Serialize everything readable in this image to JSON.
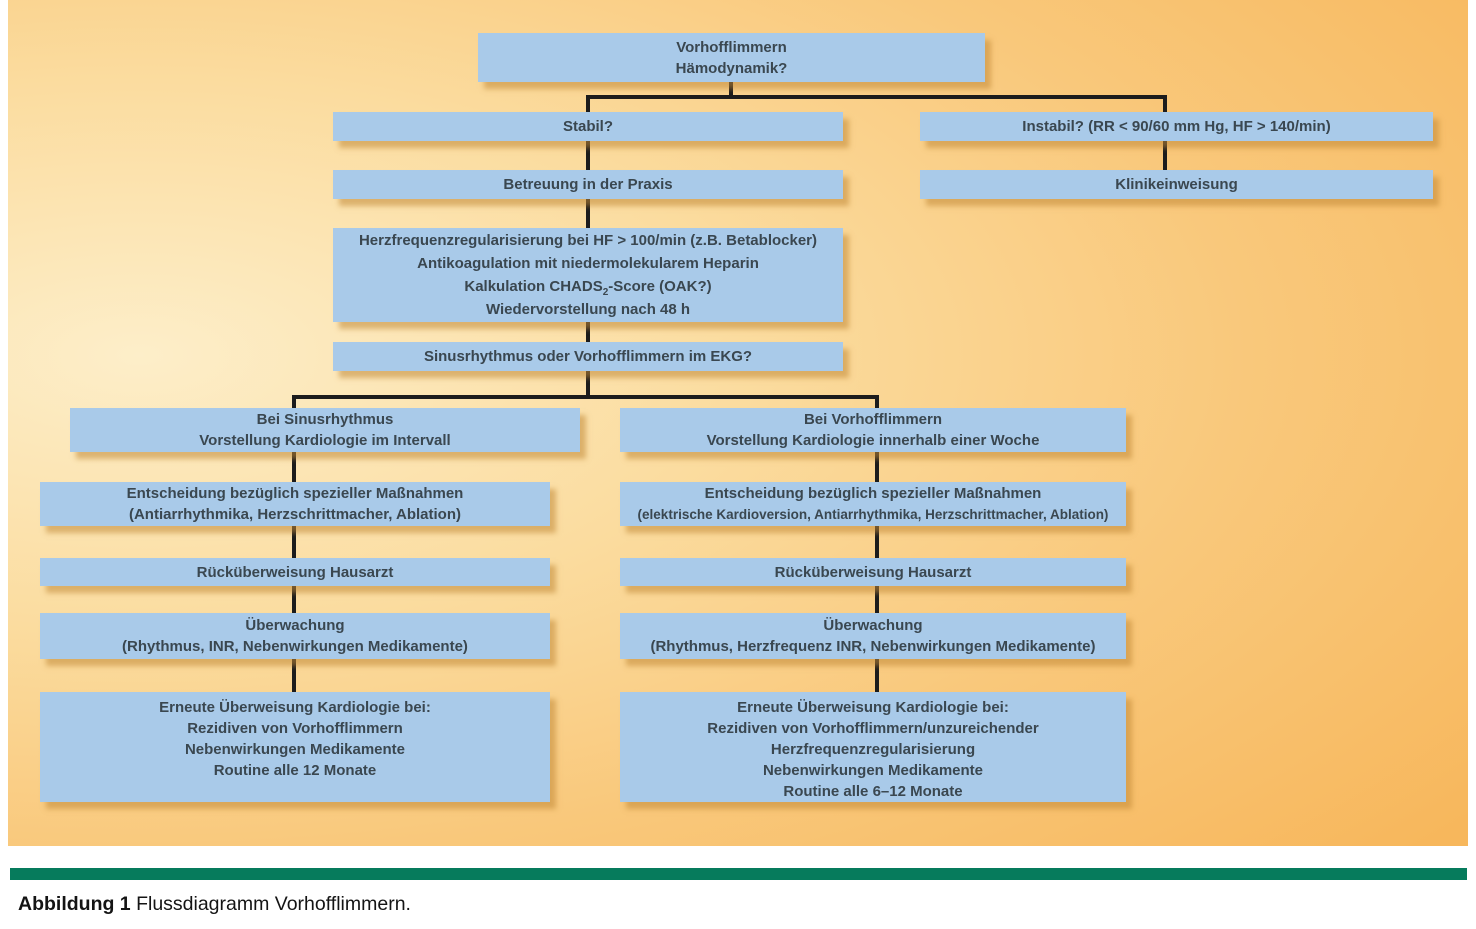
{
  "colors": {
    "box_fill": "#a9cae9",
    "box_text": "#3a4750",
    "connector": "#1c1c1c",
    "divider_green": "#067b5c",
    "background_light": "#fdeec9",
    "background_orange": "#f7b75c",
    "shadow": "rgba(193,136,54,0.55)"
  },
  "flowchart": {
    "root": {
      "lines": [
        "Vorhofflimmern",
        "Hämodynamik?"
      ]
    },
    "stabil": {
      "label": "Stabil?"
    },
    "instabil": {
      "label": "Instabil? (RR < 90/60 mm Hg, HF > 140/min)"
    },
    "betreuung": {
      "label": "Betreuung in der Praxis"
    },
    "klinikeinweisung": {
      "label": "Klinikeinweisung"
    },
    "management": {
      "line1": "Herzfrequenzregularisierung bei HF > 100/min (z.B. Betablocker)",
      "line2": "Antikoagulation mit niedermolekularem Heparin",
      "line3_pre": "Kalkulation CHADS",
      "line3_sub": "2",
      "line3_post": "-Score (OAK?)",
      "line4": "Wiedervorstellung nach 48 h"
    },
    "ekg_frage": {
      "label": "Sinusrhythmus oder Vorhofflimmern im EKG?"
    },
    "sinus_branch": {
      "header": {
        "lines": [
          "Bei Sinusrhythmus",
          "Vorstellung Kardiologie im Intervall"
        ]
      },
      "entscheidung": {
        "lines": [
          "Entscheidung bezüglich spezieller Maßnahmen",
          "(Antiarrhythmika, Herzschrittmacher, Ablation)"
        ]
      },
      "rueckueberweisung": {
        "label": "Rücküberweisung Hausarzt"
      },
      "ueberwachung": {
        "lines": [
          "Überwachung",
          "(Rhythmus, INR, Nebenwirkungen Medikamente)"
        ]
      },
      "erneute": {
        "lines": [
          "Erneute Überweisung Kardiologie bei:",
          "Rezidiven von Vorhofflimmern",
          "Nebenwirkungen Medikamente",
          "Routine alle 12 Monate"
        ]
      }
    },
    "vhf_branch": {
      "header": {
        "lines": [
          "Bei Vorhofflimmern",
          "Vorstellung Kardiologie innerhalb einer Woche"
        ]
      },
      "entscheidung": {
        "lines": [
          "Entscheidung bezüglich spezieller Maßnahmen",
          "(elektrische Kardioversion, Antiarrhythmika, Herzschrittmacher, Ablation)"
        ]
      },
      "rueckueberweisung": {
        "label": "Rücküberweisung Hausarzt"
      },
      "ueberwachung": {
        "lines": [
          "Überwachung",
          "(Rhythmus, Herzfrequenz INR, Nebenwirkungen Medikamente)"
        ]
      },
      "erneute": {
        "lines": [
          "Erneute Überweisung Kardiologie bei:",
          "Rezidiven von Vorhofflimmern/unzureichender",
          "Herzfrequenzregularisierung",
          "Nebenwirkungen Medikamente",
          "Routine alle 6–12 Monate"
        ]
      }
    }
  },
  "caption": {
    "label_bold": "Abbildung 1",
    "text": " Flussdiagramm Vorhofflimmern."
  }
}
